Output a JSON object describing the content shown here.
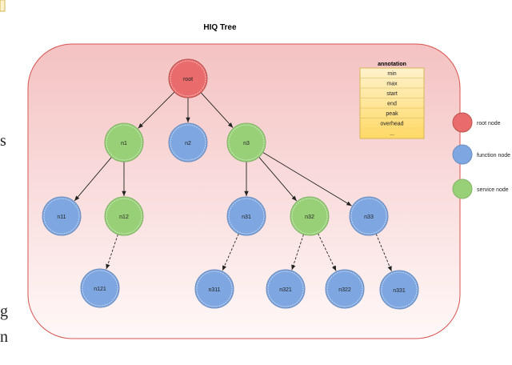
{
  "title": "HIQ Tree",
  "side_fragments": [
    "s",
    "g",
    "n"
  ],
  "colors": {
    "root": "#ea6b6b",
    "function": "#7ea6e0",
    "service": "#97d077",
    "container_top": "#f4c2c2",
    "container_bottom": "#fff6f6",
    "container_border": "#d9534f",
    "annotation_fill": "#ffe599",
    "annotation_border": "#d6b656"
  },
  "nodes": [
    {
      "id": "root",
      "label": "root",
      "type": "root"
    },
    {
      "id": "n1",
      "label": "n1",
      "type": "service"
    },
    {
      "id": "n2",
      "label": "n2",
      "type": "function"
    },
    {
      "id": "n3",
      "label": "n3",
      "type": "service"
    },
    {
      "id": "n11",
      "label": "n11",
      "type": "function"
    },
    {
      "id": "n12",
      "label": "n12",
      "type": "service"
    },
    {
      "id": "n31",
      "label": "n31",
      "type": "function"
    },
    {
      "id": "n32",
      "label": "n32",
      "type": "service"
    },
    {
      "id": "n33",
      "label": "n33",
      "type": "function"
    },
    {
      "id": "n121",
      "label": "n121",
      "type": "function"
    },
    {
      "id": "n311",
      "label": "n311",
      "type": "function"
    },
    {
      "id": "n321",
      "label": "n321",
      "type": "function"
    },
    {
      "id": "n322",
      "label": "n322",
      "type": "function"
    },
    {
      "id": "n331",
      "label": "n331",
      "type": "function"
    }
  ],
  "edges": [
    {
      "from": "root",
      "to": "n1",
      "style": "solid"
    },
    {
      "from": "root",
      "to": "n2",
      "style": "solid"
    },
    {
      "from": "root",
      "to": "n3",
      "style": "solid"
    },
    {
      "from": "n1",
      "to": "n11",
      "style": "solid"
    },
    {
      "from": "n1",
      "to": "n12",
      "style": "solid"
    },
    {
      "from": "n12",
      "to": "n121",
      "style": "dashed"
    },
    {
      "from": "n3",
      "to": "n31",
      "style": "solid"
    },
    {
      "from": "n3",
      "to": "n32",
      "style": "solid"
    },
    {
      "from": "n3",
      "to": "n33",
      "style": "solid"
    },
    {
      "from": "n31",
      "to": "n311",
      "style": "dashed"
    },
    {
      "from": "n32",
      "to": "n321",
      "style": "dashed"
    },
    {
      "from": "n32",
      "to": "n322",
      "style": "dashed"
    },
    {
      "from": "n33",
      "to": "n331",
      "style": "dashed"
    }
  ],
  "annotation": {
    "header": "annotation",
    "rows": [
      "min",
      "max",
      "start",
      "end",
      "peak",
      "overhead",
      "..."
    ]
  },
  "legend": [
    {
      "type": "root",
      "label": "root node"
    },
    {
      "type": "function",
      "label": "function node"
    },
    {
      "type": "service",
      "label": "service node"
    }
  ]
}
